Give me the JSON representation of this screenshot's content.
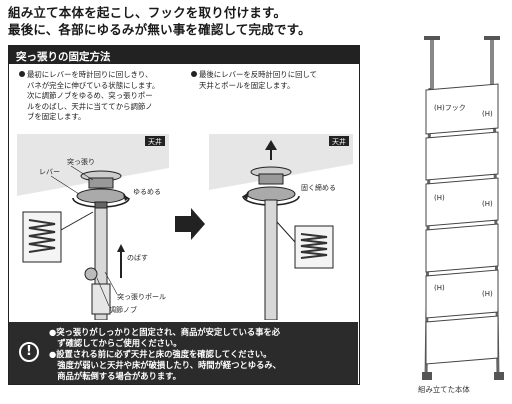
{
  "heading": {
    "line1": "組み立て本体を起こし、フックを取り付けます。",
    "line2": "最後に、各部にゆるみが無い事を確認して完成です。"
  },
  "panel": {
    "title": "突っ張りの固定方法",
    "step1_lines": [
      "最初にレバーを時計回りに回しきり、",
      "バネが完全に伸びている状態にします。",
      "次に調節ノブをゆるめ、突っ張りポー",
      "ルをのばし、天井に当ててから調節ノ",
      "ブを固定します。"
    ],
    "step2_lines": [
      "最後にレバーを反時計回りに回して",
      "天井とポールを固定します。"
    ],
    "diagram_left": {
      "ceiling": "天井",
      "tsuppari": "突っ張り",
      "lever": "レバー",
      "loosen": "ゆるめる",
      "extend": "のばす",
      "pole": "突っ張りポール",
      "knob": "調節ノブ"
    },
    "diagram_right": {
      "ceiling": "天井",
      "tighten": "固く締める"
    }
  },
  "warning": {
    "icon": "exclamation-circle-icon",
    "lines": [
      "●突っ張りがしっかりと固定され、商品が安定している事を必",
      "　ず確認してからご使用ください。",
      "●設置される前に必ず天井と床の強度を確認してください。",
      "　強度が弱いと天井や床が破損したり、時間が経つとゆるみ、",
      "　商品が転倒する場合があります。"
    ]
  },
  "rack": {
    "hook_label": "(H)フック",
    "h_label": "(H)",
    "caption": "組み立てた本体"
  }
}
